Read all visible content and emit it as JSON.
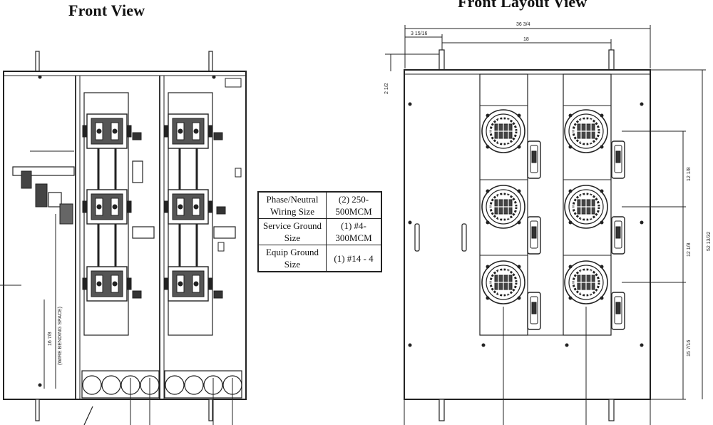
{
  "titles": {
    "front_view": "Front View",
    "front_layout_view": "Front Layout View"
  },
  "specs": [
    {
      "label": "Phase/Neutral Wiring Size",
      "value": "(2) 250-500MCM"
    },
    {
      "label": "Service Ground Size",
      "value": "(1) #4-300MCM"
    },
    {
      "label": "Equip Ground Size",
      "value": "(1) #14 - 4"
    }
  ],
  "front_view": {
    "wire_bending_dim": "16 7/8",
    "wire_bending_note": "(WIRE BENDING SPACE)"
  },
  "layout_dims": {
    "overall_width": "36 3/4",
    "left_offset": "3 15/16",
    "meter_spacing": "18",
    "top_offset": "2 1/2",
    "overall_height": "52 13/32",
    "meter_pitch_upper": "12 1/8",
    "meter_pitch_lower": "12 1/8",
    "bottom_dim": "15 7/16"
  },
  "colors": {
    "line": "#222222",
    "background": "#ffffff"
  }
}
